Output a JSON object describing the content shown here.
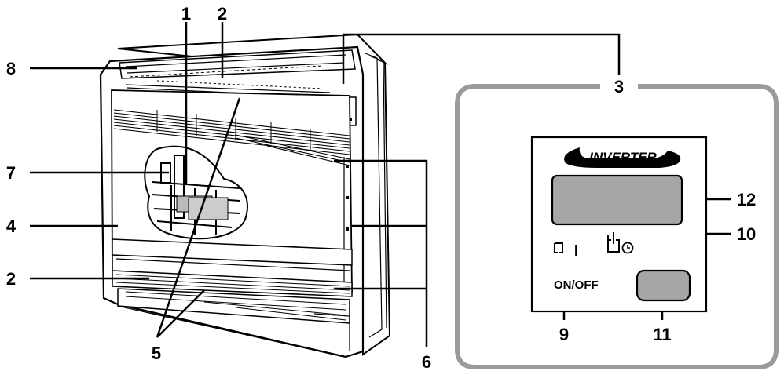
{
  "callouts": {
    "c1": "1",
    "c2_top": "2",
    "c2_bottom": "2",
    "c3": "3",
    "c4": "4",
    "c5": "5",
    "c6": "6",
    "c7": "7",
    "c8": "8",
    "c9": "9",
    "c10": "10",
    "c11": "11",
    "c12": "12"
  },
  "panel": {
    "brand_text": "INVERTER",
    "onoff_label": "ON/OFF",
    "power_indicator_symbol": "|"
  },
  "colors": {
    "panel_border": "#9a9a9a",
    "display_fill": "#a6a6a6",
    "button_fill": "#a6a6a6",
    "line": "#000000"
  }
}
